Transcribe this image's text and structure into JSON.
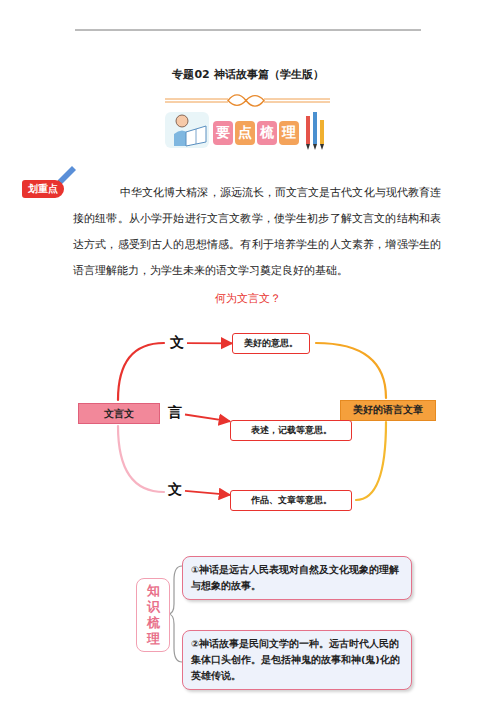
{
  "diagram": {
    "title": "专题02 神话故事篇（学生版）",
    "nodes": [
      {
        "text": [
          "要点梳理"
        ]
      },
      {
        "text": [
          "划重点"
        ]
      },
      {
        "text": [
          "文"
        ]
      },
      {
        "text": [
          "美好的意思。"
        ]
      },
      {
        "text": [
          "文言文"
        ]
      },
      {
        "text": [
          "言"
        ]
      },
      {
        "text": [
          "美好的语言文章"
        ]
      },
      {
        "text": [
          "表述，记载等意思。"
        ]
      },
      {
        "text": [
          "文"
        ]
      },
      {
        "text": [
          "作品、文章等意思。"
        ]
      },
      {
        "text": [
          "知识梳理"
        ]
      },
      {
        "text": [
          "①神话是远古人民表现对自然及文化现象的理解与想象的故事。"
        ]
      },
      {
        "text": [
          "②神话故事是民间文学的一种。远古时代人民的集体口头创作。是包括神鬼的故事和神(鬼)化的英雄传说。"
        ]
      }
    ],
    "edges": [
      {
        "from": 2,
        "to": 3,
        "arrow": "to"
      },
      {
        "from": 5,
        "to": 7,
        "arrow": "to"
      },
      {
        "from": 8,
        "to": 9,
        "arrow": "to"
      }
    ],
    "labels": [
      "中华文化博大精深，源远流长，而文言文是古代文化与现代教育连接的纽带。从小学开始进行文言文教学，使学生初步了解文言文的结构和表达方式，感受到古人的思想情感。有利于培养学生的人文素养，增强学生的语言理解能力，为学生未来的语文学习奠定良好的基础。",
      "何为文言文？"
    ]
  }
}
